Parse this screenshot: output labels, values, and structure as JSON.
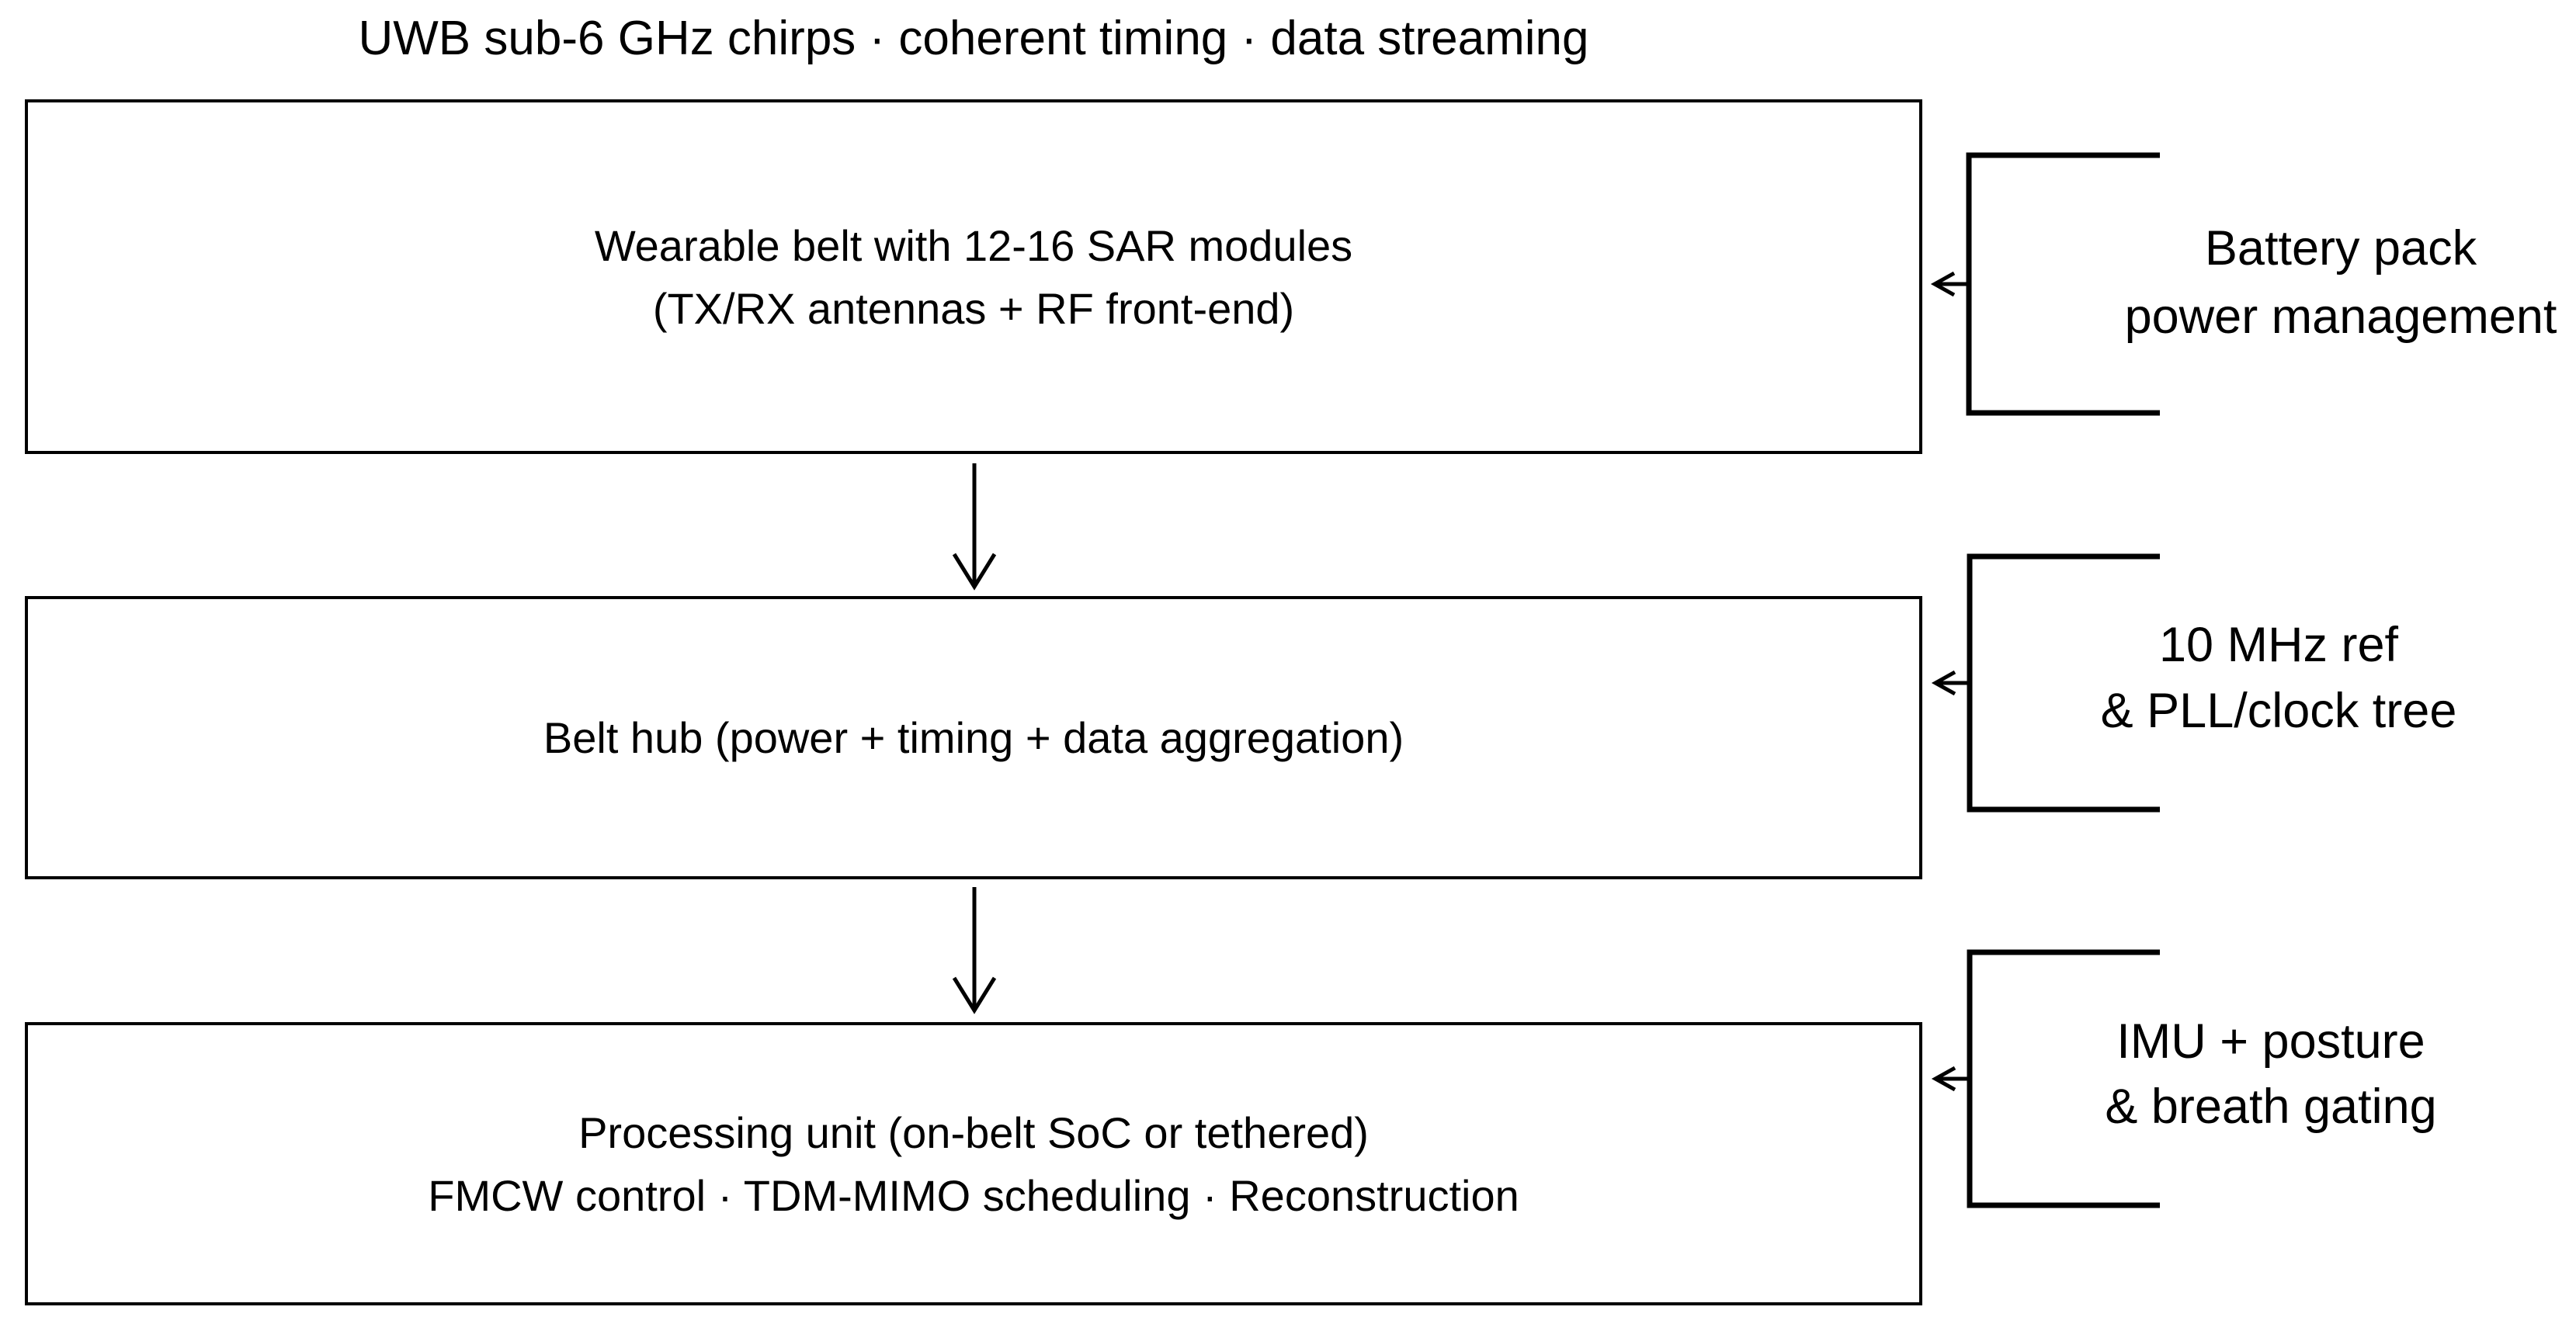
{
  "title": "UWB sub-6 GHz chirps · coherent timing · data streaming",
  "boxes": [
    {
      "id": "wearable-belt",
      "lines": [
        "Wearable belt with 12-16 SAR modules",
        "(TX/RX antennas + RF front-end)"
      ]
    },
    {
      "id": "belt-hub",
      "lines": [
        "Belt hub (power + timing + data aggregation)"
      ]
    },
    {
      "id": "processing-unit",
      "lines": [
        "Processing unit (on-belt SoC or tethered)",
        "FMCW control · TDM-MIMO scheduling · Reconstruction"
      ]
    }
  ],
  "side_annotations": [
    {
      "id": "battery",
      "lines": [
        "Battery pack",
        "power management"
      ]
    },
    {
      "id": "clock",
      "lines": [
        "10 MHz ref",
        "& PLL/clock tree"
      ]
    },
    {
      "id": "imu",
      "lines": [
        "IMU + posture",
        "& breath gating"
      ]
    }
  ],
  "colors": {
    "ink": "#000000",
    "background": "#ffffff"
  }
}
